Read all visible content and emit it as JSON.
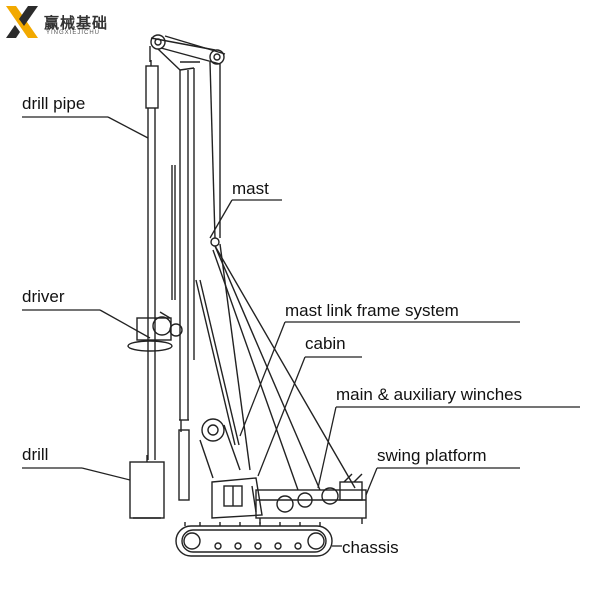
{
  "brand": {
    "name_cn": "赢械基础",
    "name_en": "YINGXIEJICHU",
    "logo_colors": {
      "primary": "#f2a900",
      "secondary": "#2b2b2b"
    }
  },
  "labels": {
    "drill_pipe": "drill pipe",
    "mast": "mast",
    "driver": "driver",
    "mast_link_frame_system": "mast link frame system",
    "cabin": "cabin",
    "main_auxiliary_winches": "main & auxiliary winches",
    "drill": "drill",
    "swing_platform": "swing platform",
    "chassis": "chassis"
  },
  "colors": {
    "line": "#222222",
    "background": "#ffffff"
  }
}
